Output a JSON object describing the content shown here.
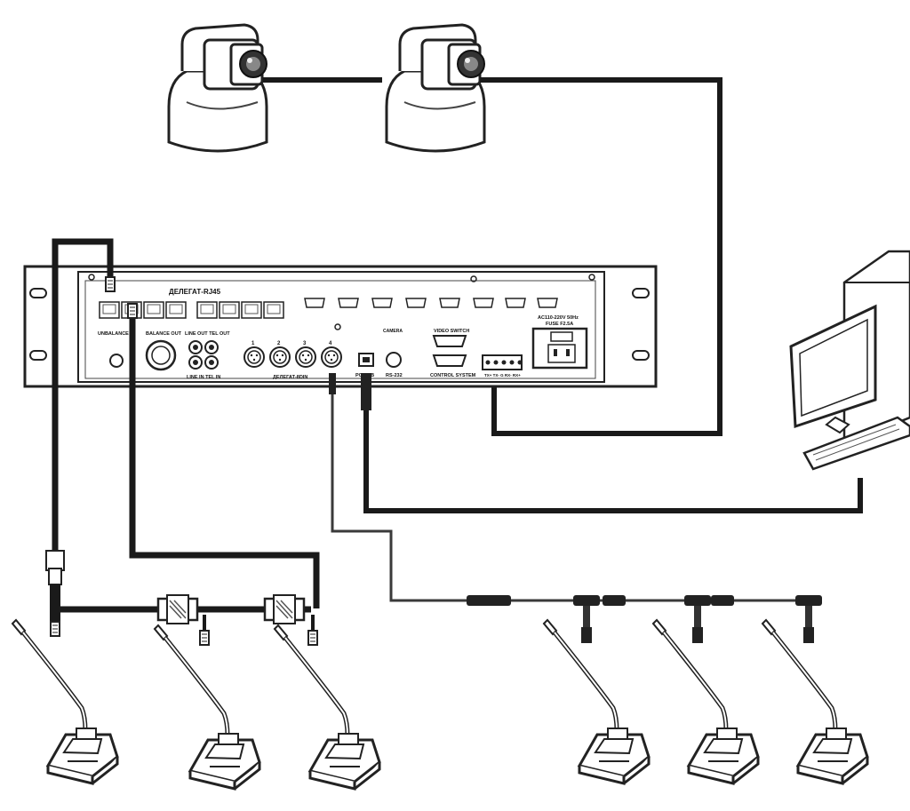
{
  "device": {
    "model": "ДЕЛЕГАТ-RJ45",
    "labels": {
      "unbalance": "UNBALANCE",
      "balance_out": "BALANCE OUT",
      "line_out_tel_out": "LINE OUT TEL OUT",
      "line_in_tel_in": "LINE IN TEL IN",
      "din_ports": "ДЕЛЕГАТ-8DIN",
      "camera": "CAMERA",
      "video_switch": "VIDEO SWITCH",
      "control_system": "CONTROL SYSTEM",
      "pc_usb": "PC-USB",
      "rs232": "RS-232",
      "terminal": "TX+ TX- G RX- RX+",
      "power_line1": "AC110-220V 50Hz",
      "power_line2": "FUSE F2.5A"
    },
    "din_numbers": [
      "1",
      "2",
      "3",
      "4"
    ]
  },
  "colors": {
    "cable": "#1a1a1a",
    "thin_cable": "#3a3a3a",
    "outline": "#222222",
    "panel": "#ffffff"
  },
  "icons": {
    "camera": "ptz-camera-icon",
    "computer": "desktop-computer-icon",
    "microphone": "conference-microphone-icon",
    "splitter": "rj45-splitter-icon",
    "t_connector": "din-t-connector-icon"
  }
}
